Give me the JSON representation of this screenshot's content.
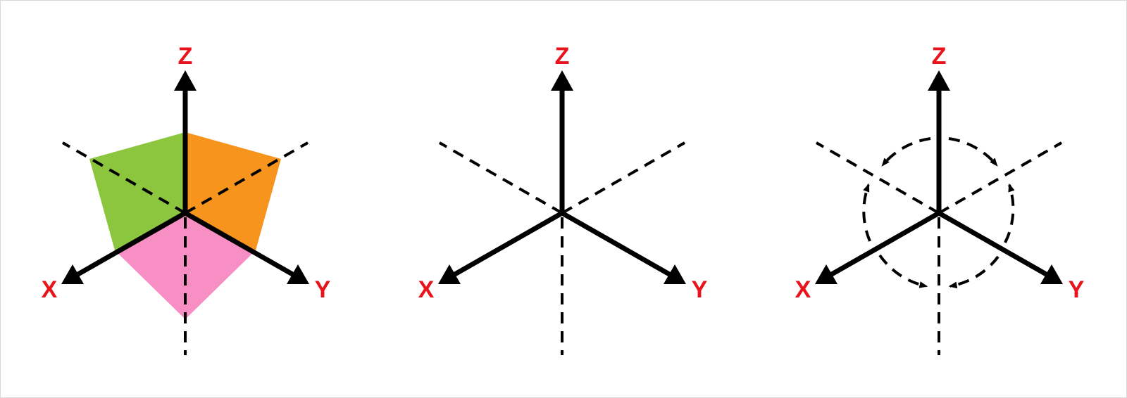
{
  "axis_labels": {
    "x": "X",
    "y": "Y",
    "z": "Z"
  },
  "colors": {
    "label": "#e8131b",
    "axis": "#000000",
    "face_green": "#8cc63f",
    "face_orange": "#f7941d",
    "face_pink": "#f78fc5"
  },
  "panels": [
    {
      "id": "colored-faces",
      "shows_faces": true,
      "shows_rotation_arcs": false
    },
    {
      "id": "plain-axes",
      "shows_faces": false,
      "shows_rotation_arcs": false
    },
    {
      "id": "rotation-arcs",
      "shows_faces": false,
      "shows_rotation_arcs": true
    }
  ]
}
